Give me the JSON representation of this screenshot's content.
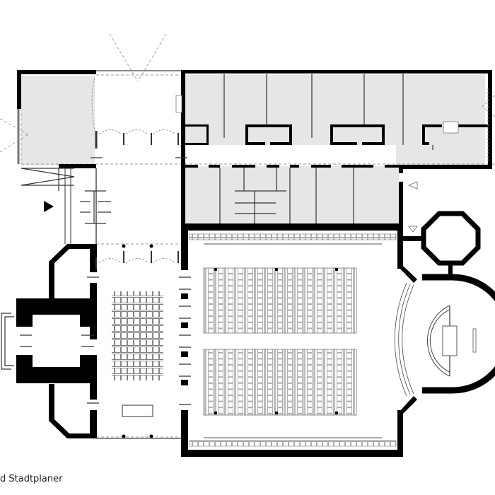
{
  "caption": "d Stadtplaner",
  "plan": {
    "type": "architectural floor plan",
    "colors": {
      "wall": "#000000",
      "room_fill": "#e6e6e6",
      "thin_line": "#555555",
      "dashed": "#9a9a9a",
      "background": "#ffffff"
    },
    "areas": [
      {
        "name": "Upper-left room",
        "fill": true
      },
      {
        "name": "Entrance foyer",
        "fill": false
      },
      {
        "name": "North office wing",
        "fill": true,
        "rooms": 6
      },
      {
        "name": "South service rooms",
        "fill": true,
        "rooms": 5
      },
      {
        "name": "Stair core",
        "fill": true
      },
      {
        "name": "West hall",
        "fill": false,
        "seat_rows": 8,
        "seats_per_row": 8
      },
      {
        "name": "Main auditorium",
        "fill": false,
        "seat_blocks": 2,
        "columns_per_block": 15
      },
      {
        "name": "Apse / chancel",
        "fill": false
      },
      {
        "name": "Octagonal tower",
        "fill": false
      }
    ],
    "markers": [
      {
        "type": "entrance-arrow",
        "direction": "right"
      },
      {
        "type": "triangle-marker",
        "direction": "left"
      },
      {
        "type": "triangle-marker",
        "direction": "down"
      }
    ]
  }
}
